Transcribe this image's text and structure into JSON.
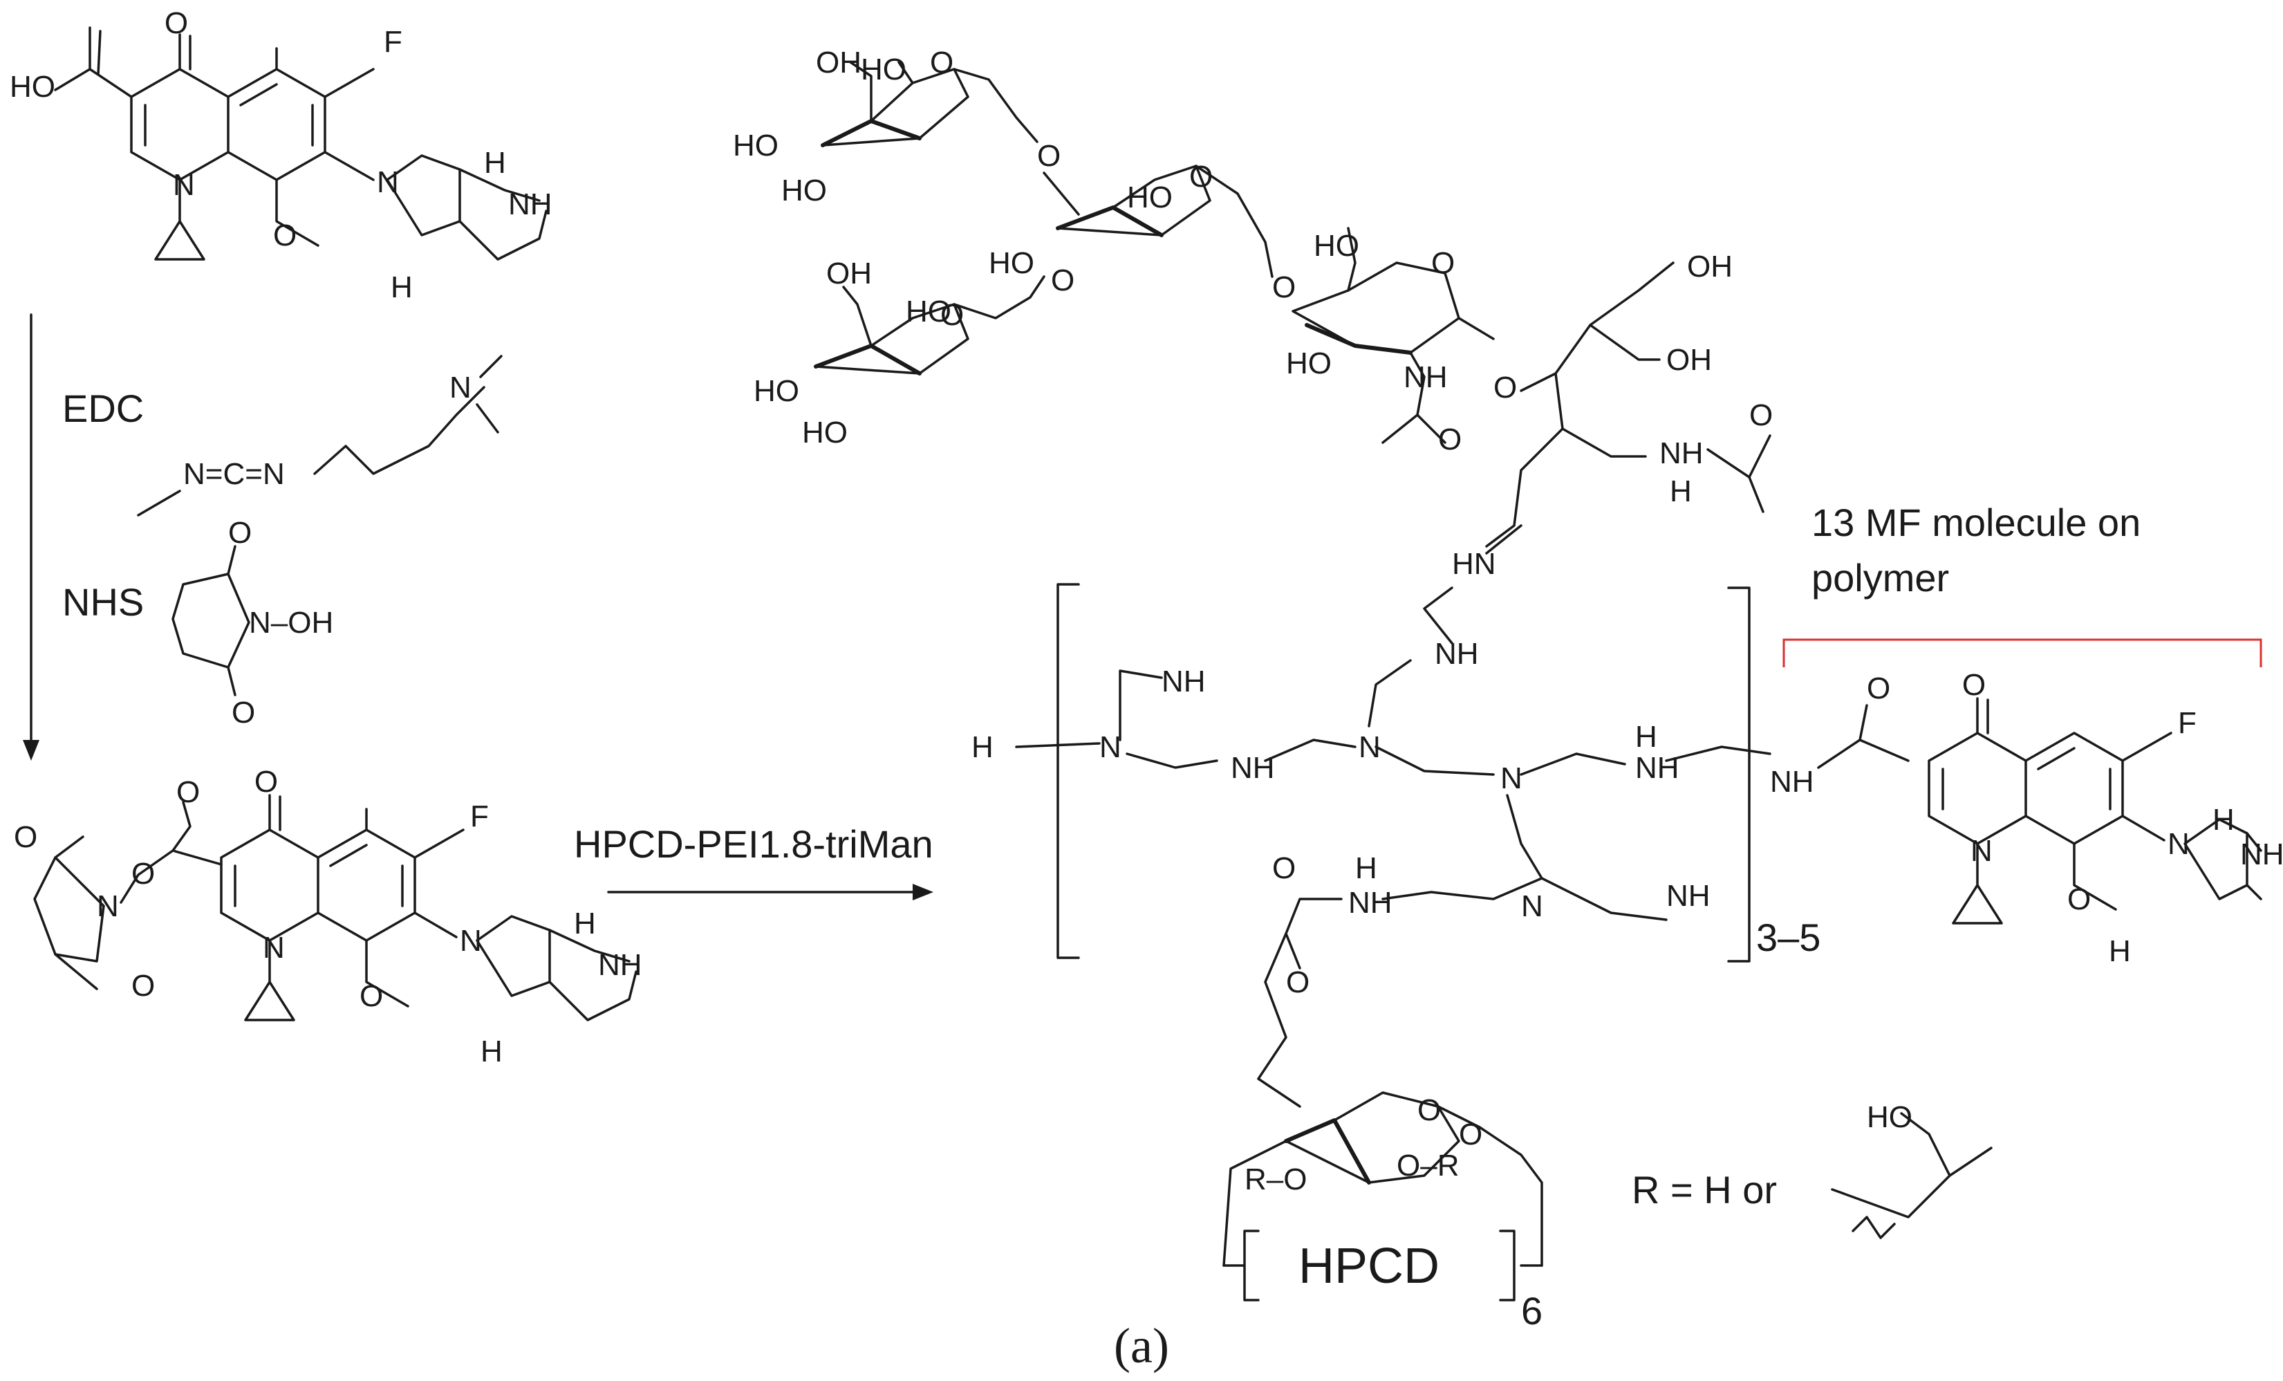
{
  "reagents": {
    "edc": "EDC",
    "nhs": "NHS",
    "reaction": "HPCD-PEI1.8-triMan"
  },
  "annotations": {
    "mf_count": "13 MF molecule on",
    "mf_count_2": "polymer",
    "repeat": "3–5",
    "cd_label": "HPCD",
    "cd_repeat": "6",
    "r_def": "R = H or"
  },
  "atoms": {
    "o": "O",
    "f": "F",
    "n": "N",
    "h": "H",
    "nh": "NH",
    "hn": "HN",
    "oh": "OH",
    "ho": "HO",
    "nh2": "NH",
    "h2n": "H",
    "oh_n": "N–OH",
    "ndc": "N=C=N",
    "r": "R",
    "ro": "R–O",
    "or": "O–R",
    "ho_full": "HO"
  },
  "caption": "(a)",
  "colors": {
    "bracket_red": "#d9302f",
    "ink": "#1a1a1a"
  }
}
